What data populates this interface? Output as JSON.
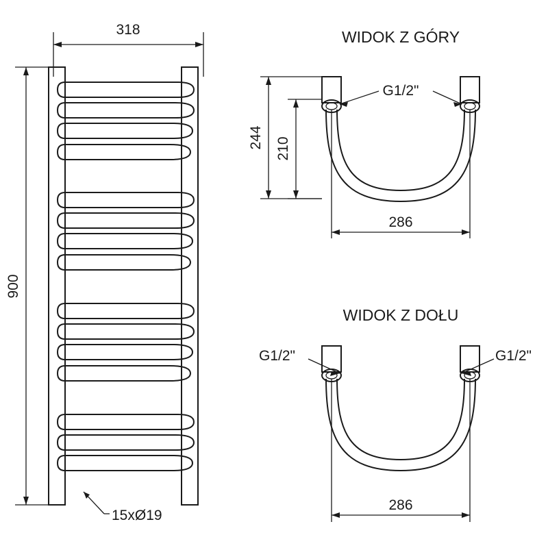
{
  "document": {
    "type": "technical-drawing",
    "product": "towel-radiator",
    "units": "mm"
  },
  "views": {
    "front": {
      "name": "front-view",
      "dimensions": {
        "width_label": "318",
        "height_label": "900"
      },
      "callout": {
        "label": "15xØ19"
      },
      "rungs_count": 15
    },
    "top": {
      "title": "WIDOK Z GÓRY",
      "dimensions": {
        "outer_height_label": "244",
        "inner_height_label": "210",
        "width_label": "286"
      },
      "connector_label": "G1/2\""
    },
    "bottom": {
      "title": "WIDOK Z DOŁU",
      "dimensions": {
        "width_label": "286"
      },
      "connector_label_left": "G1/2\"",
      "connector_label_right": "G1/2\""
    }
  },
  "colors": {
    "line": "#1a1a1a",
    "background": "#ffffff",
    "text": "#1a1a1a"
  }
}
